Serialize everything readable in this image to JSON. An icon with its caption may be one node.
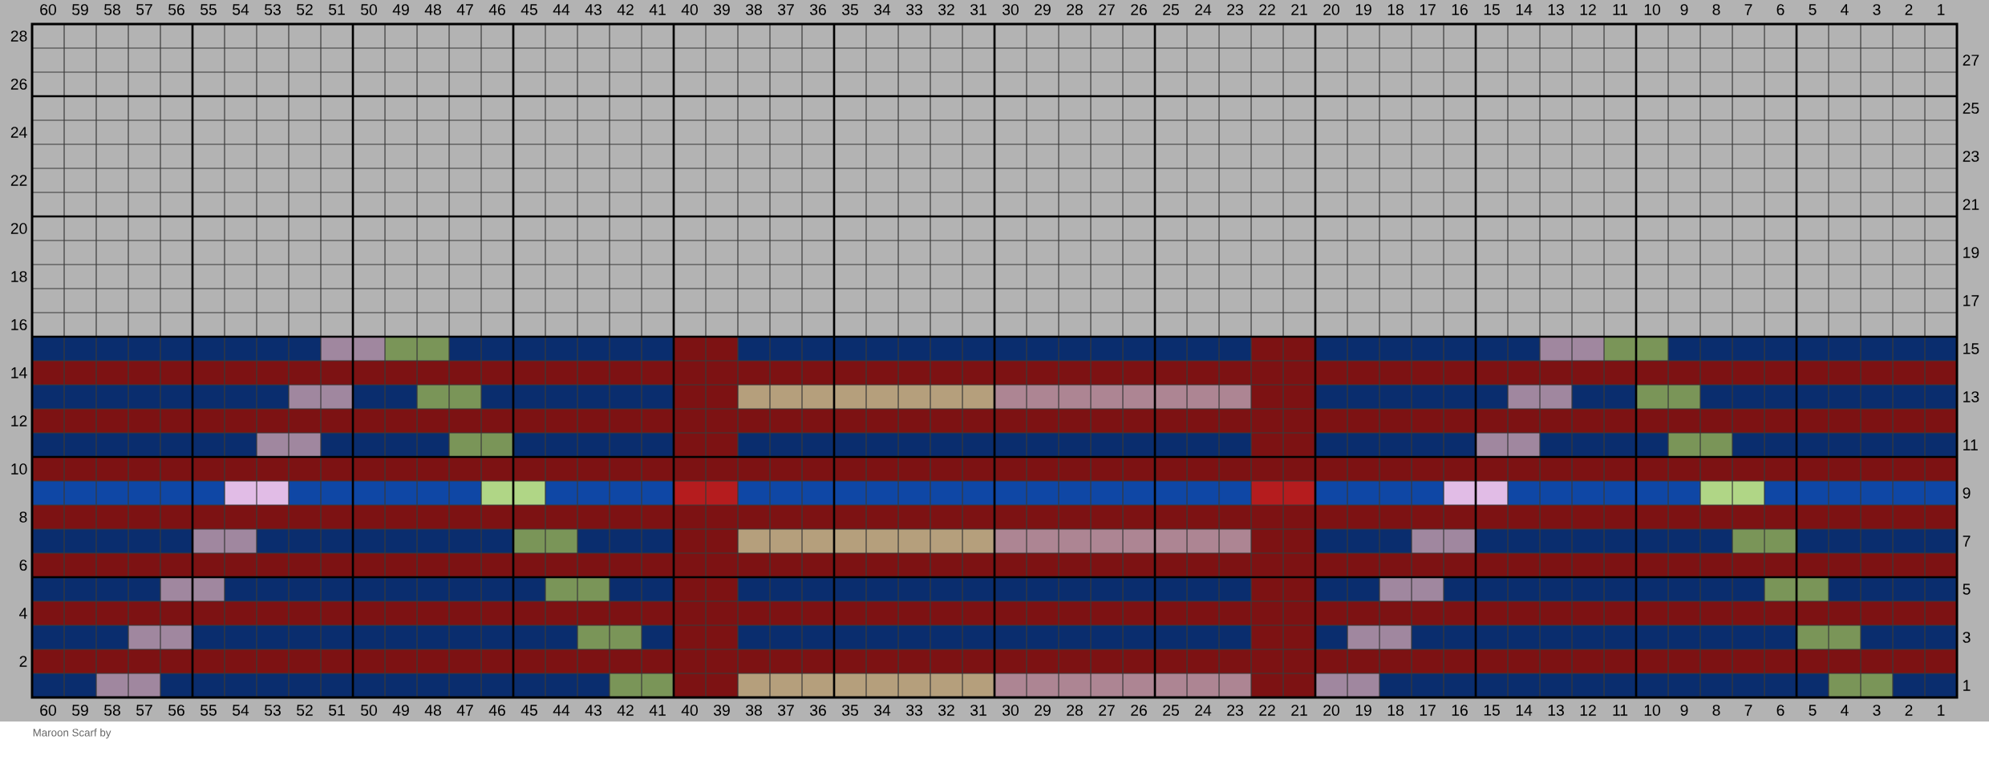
{
  "diagram": {
    "caption": "Maroon Scarf by",
    "labels": [
      "60",
      "59",
      "58",
      "57",
      "56",
      "55",
      "54",
      "53",
      "52",
      "51",
      "50",
      "49",
      "48",
      "47",
      "46",
      "45",
      "44",
      "43",
      "42",
      "41",
      "40",
      "39",
      "38",
      "37",
      "36",
      "35",
      "34",
      "33",
      "32",
      "31",
      "30",
      "29",
      "28",
      "27",
      "26",
      "25",
      "24",
      "23",
      "22",
      "21",
      "20",
      "19",
      "18",
      "17",
      "16",
      "15",
      "14",
      "13",
      "12",
      "11",
      "10",
      "9",
      "8",
      "7",
      "6",
      "5",
      "4",
      "3",
      "2",
      "1",
      "28",
      "27",
      "26",
      "25",
      "24",
      "23",
      "22",
      "21",
      "20",
      "19",
      "18",
      "17",
      "16",
      "15",
      "14",
      "13",
      "12",
      "11",
      "10",
      "9",
      "8",
      "7",
      "6",
      "5",
      "4",
      "3",
      "2",
      "1",
      "60",
      "59",
      "58",
      "57",
      "56",
      "55",
      "54",
      "53",
      "52",
      "51",
      "50",
      "49",
      "48",
      "47",
      "46",
      "45",
      "44",
      "43",
      "42",
      "41",
      "40",
      "39",
      "38",
      "37",
      "36",
      "35",
      "34",
      "33",
      "32",
      "31",
      "30",
      "29",
      "28",
      "27",
      "26",
      "25",
      "24",
      "23",
      "22",
      "21",
      "20",
      "19",
      "18",
      "17",
      "16",
      "15",
      "14",
      "13",
      "12",
      "11",
      "10",
      "9",
      "8",
      "7",
      "6",
      "5",
      "4",
      "3",
      "2",
      "1"
    ]
  }
}
